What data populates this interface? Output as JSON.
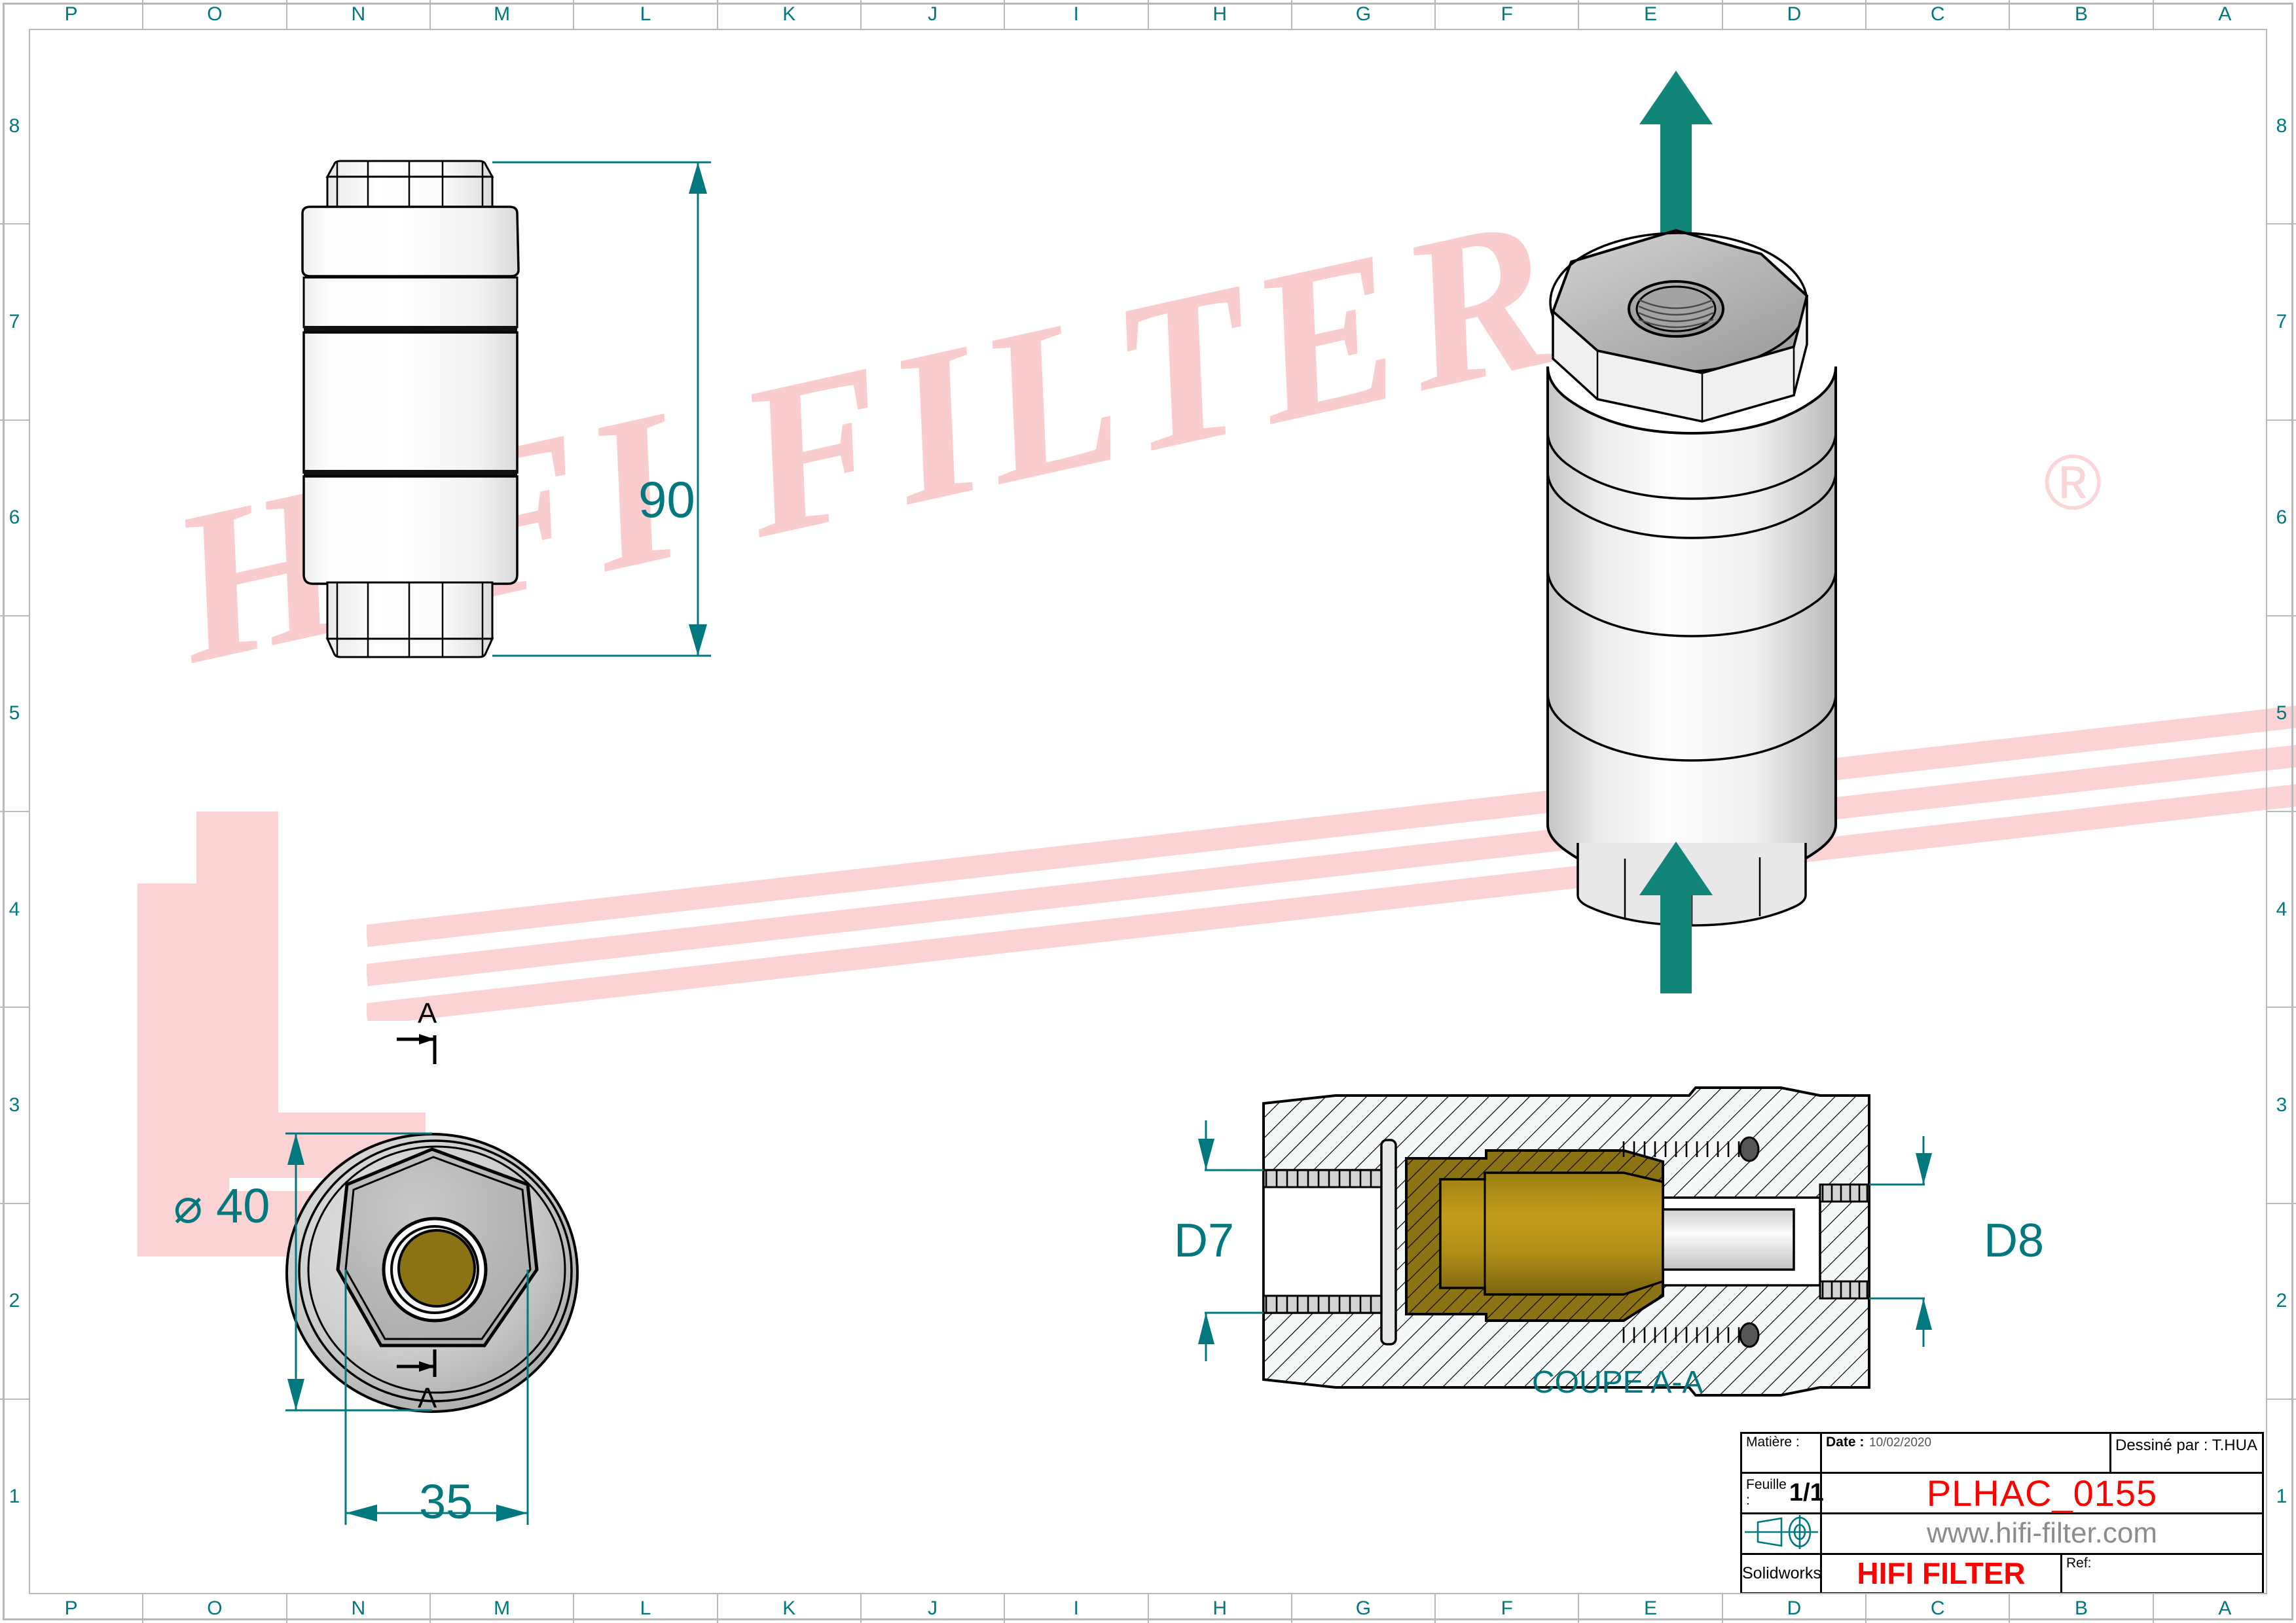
{
  "sheet": {
    "zone_columns": [
      "P",
      "O",
      "N",
      "M",
      "L",
      "K",
      "J",
      "I",
      "H",
      "G",
      "F",
      "E",
      "D",
      "C",
      "B",
      "A"
    ],
    "zone_rows": [
      "8",
      "7",
      "6",
      "5",
      "4",
      "3",
      "2",
      "1"
    ]
  },
  "watermark": {
    "text": "HIFI FILTER",
    "registered_mark": "®",
    "color": "#f9ccce"
  },
  "views": {
    "front_view": {
      "name": "front-elevation-view",
      "dimension_height": "90"
    },
    "top_view": {
      "name": "end-view",
      "dimension_diameter": "⌀ 40",
      "dimension_width": "35",
      "section_marker_top": "A",
      "section_marker_bottom": "A"
    },
    "iso_view": {
      "name": "isometric-view",
      "flow_arrow_in": "inlet-flow-arrow",
      "flow_arrow_out": "outlet-flow-arrow"
    },
    "section_view": {
      "name": "section-view",
      "caption": "COUPE A-A",
      "dimension_left": "D7",
      "dimension_right": "D8"
    }
  },
  "title_block": {
    "matiere_label": "Matière :",
    "matiere_value": "",
    "date_label": "Date :",
    "date_value": "10/02/2020",
    "drawn_by": "Dessiné par : T.HUA",
    "feuille_label": "Feuille :",
    "feuille_value": "1/1",
    "part_number": "PLHAC_0155",
    "website": "www.hifi-filter.com",
    "software": "Solidworks",
    "company": "HIFI FILTER",
    "ref_label": "Ref:",
    "ref_value": "",
    "projection_symbol": "first-angle-projection-icon"
  },
  "colors": {
    "dimension_teal": "#00787E",
    "part_red": "#ff0000",
    "url_grey": "#8c8c8c",
    "brass": "#8B7212",
    "steel_grey": "#b4b4b4",
    "frame_grey": "#b9b9b9"
  }
}
